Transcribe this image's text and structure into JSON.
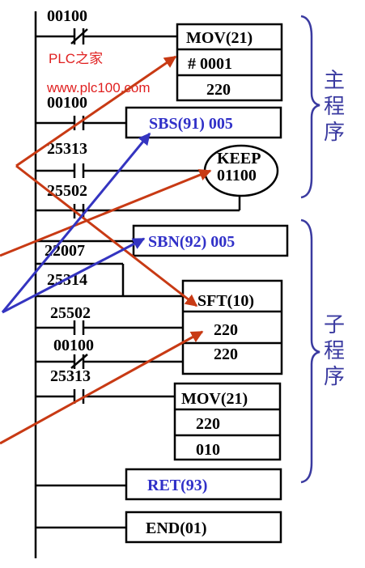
{
  "diagram": {
    "contacts": {
      "c1": "00100",
      "c2": "00100",
      "c3": "25313",
      "c4": "25502",
      "c5": "22007",
      "c6": "25314",
      "c7": "25502",
      "c8": "00100",
      "c9": "25313"
    },
    "instructions": {
      "mov1_title": "MOV(21)",
      "mov1_src": "# 0001",
      "mov1_dst": "220",
      "sbs": "SBS(91)   005",
      "keep_title": "KEEP",
      "keep_addr": "01100",
      "sbn": "SBN(92)    005",
      "sft_title": "SFT(10)",
      "sft_row1": "220",
      "sft_row2": "220",
      "mov2_title": "MOV(21)",
      "mov2_src": "220",
      "mov2_dst": "010",
      "ret": "RET(93)",
      "end": "END(01)"
    },
    "sections": {
      "main_label": [
        "主",
        "程",
        "序"
      ],
      "sub_label": [
        "子",
        "程",
        "序"
      ]
    },
    "watermark": {
      "line1": "PLC之家",
      "line2": "www.plc100.com"
    },
    "colors": {
      "arrow_red": "#c83a14",
      "arrow_blue": "#3434c0",
      "brace_blue": "#3a3aa0",
      "watermark_red": "#e02020"
    }
  }
}
